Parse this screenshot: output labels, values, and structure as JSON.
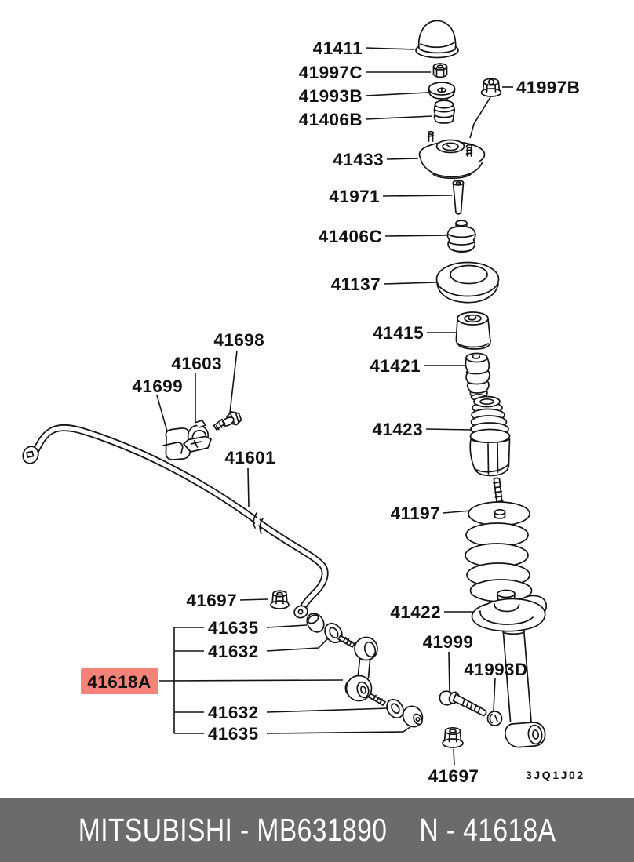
{
  "diagram": {
    "code": "3JQ1J02",
    "parts": {
      "p41411": "41411",
      "p41997C": "41997C",
      "p41993B": "41993B",
      "p41406B": "41406B",
      "p41997B": "41997B",
      "p41433": "41433",
      "p41971": "41971",
      "p41406C": "41406C",
      "p41137": "41137",
      "p41415": "41415",
      "p41421": "41421",
      "p41423": "41423",
      "p41197": "41197",
      "p41422": "41422",
      "p41999": "41999",
      "p41993D": "41993D",
      "p41697": "41697",
      "p41698": "41698",
      "p41603": "41603",
      "p41699": "41699",
      "p41601": "41601",
      "p41635": "41635",
      "p41632": "41632",
      "p41618A": "41618A"
    },
    "highlighted_part": "41618A",
    "colors": {
      "line": "#141414",
      "highlight_bg": "#f5837a",
      "highlight_text": "#8c1410"
    }
  },
  "footer": {
    "left": "MITSUBISHI - MB631890",
    "right": "N - 41618A",
    "bg": "#6b6b6b",
    "text_color": "#ffffff"
  }
}
